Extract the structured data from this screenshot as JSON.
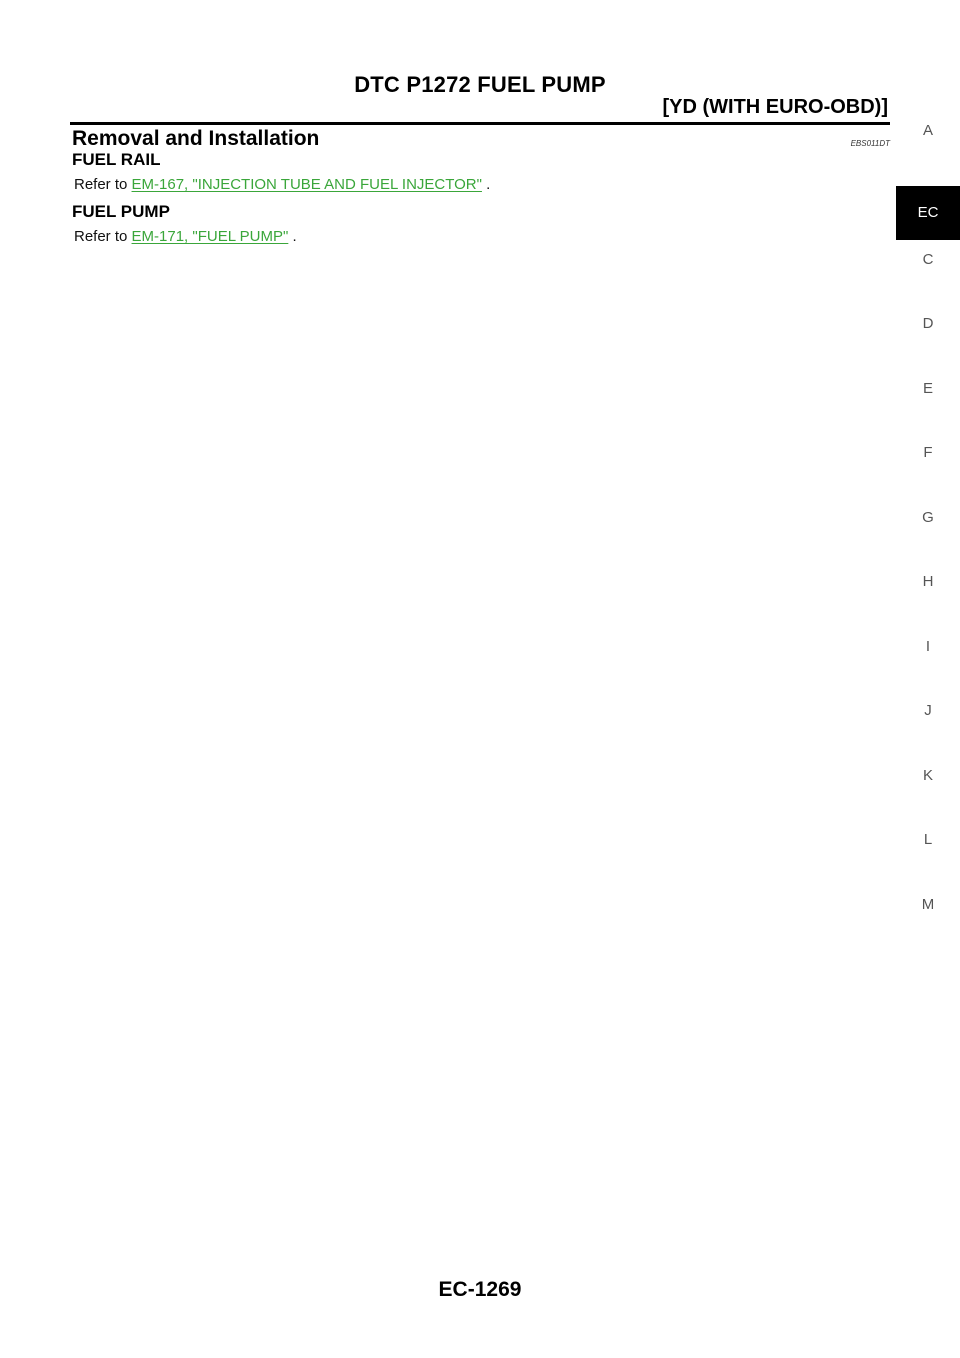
{
  "header": {
    "title": "DTC P1272 FUEL PUMP",
    "subtitle": "[YD (WITH EURO-OBD)]"
  },
  "section": {
    "title": "Removal and Installation",
    "code": "EBS011DT"
  },
  "fuel_rail": {
    "heading": "FUEL RAIL",
    "prefix": "Refer to ",
    "link": "EM-167, \"INJECTION TUBE AND FUEL INJECTOR\"",
    "suffix": " ."
  },
  "fuel_pump": {
    "heading": "FUEL PUMP",
    "prefix": "Refer to ",
    "link": "EM-171, \"FUEL PUMP\"",
    "suffix": " ."
  },
  "side_index": [
    "A",
    "EC",
    "C",
    "D",
    "E",
    "F",
    "G",
    "H",
    "I",
    "J",
    "K",
    "L",
    "M"
  ],
  "side_index_active": "EC",
  "footer": {
    "page_number": "EC-1269"
  },
  "colors": {
    "link": "#3aa63a",
    "tab_active_bg": "#000000"
  }
}
